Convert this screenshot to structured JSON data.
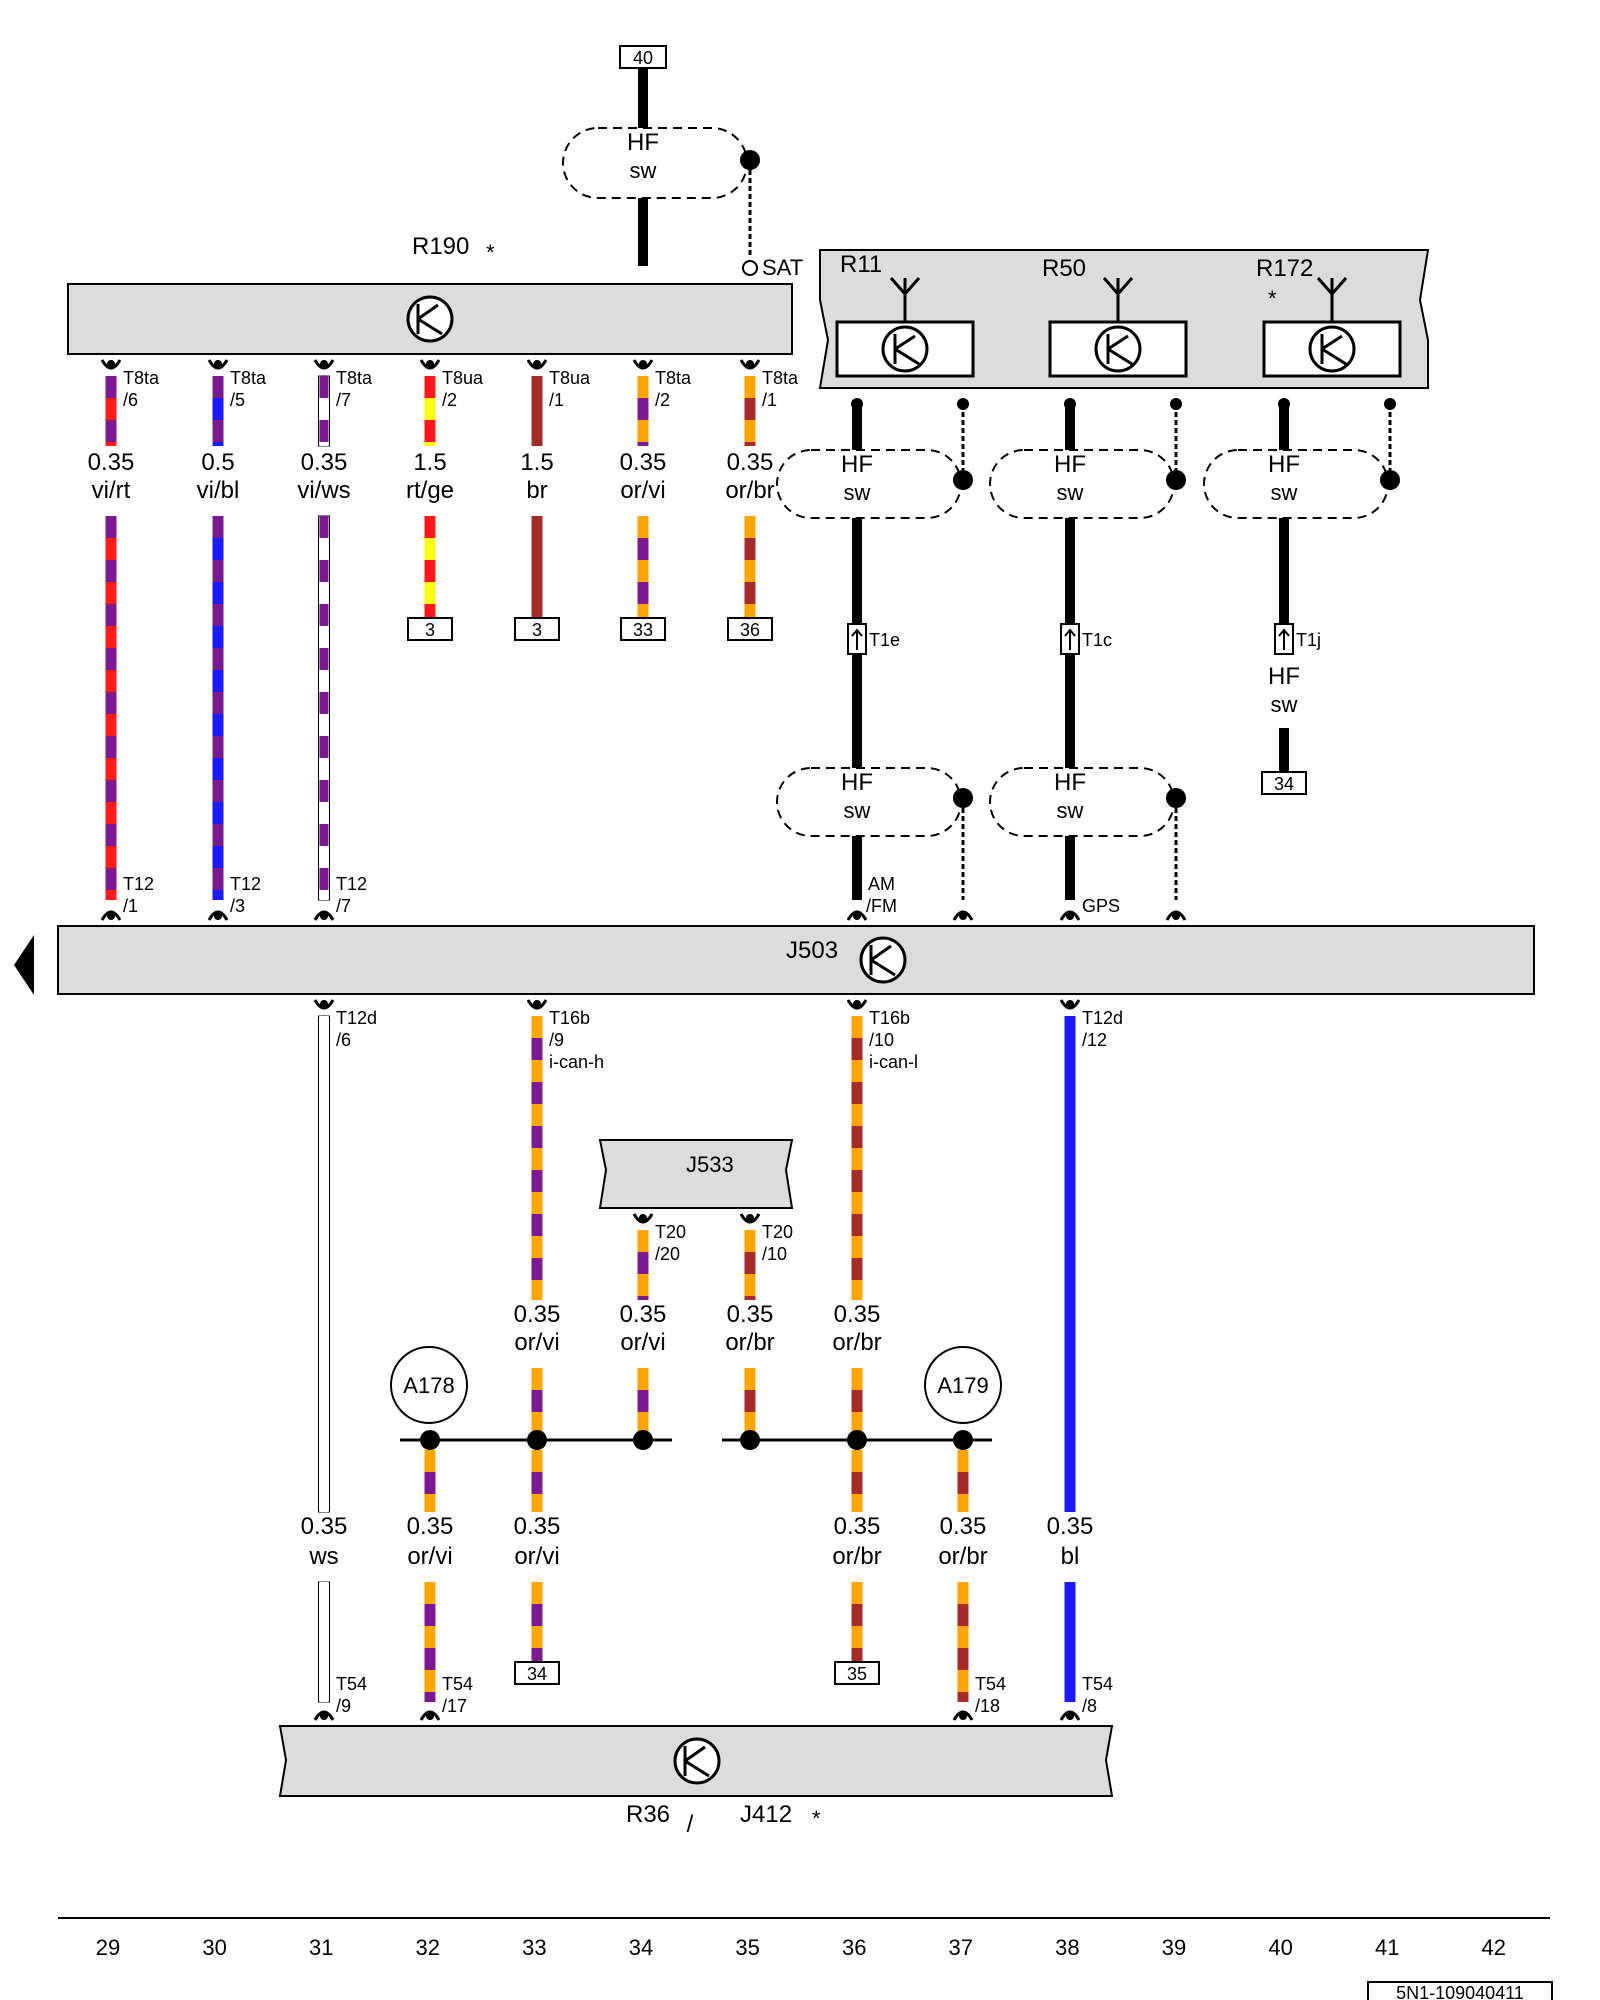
{
  "colors": {
    "sw": "#000000",
    "vi": "#7b1a90",
    "rt": "#ff1a1a",
    "bl": "#1a1aff",
    "ws": "#ffffff",
    "ge": "#ffff1a",
    "br": "#a52a2a",
    "or": "#ffa500",
    "component_fill": "#dcdcdc"
  },
  "components": {
    "R190": {
      "label": "R190",
      "note": "*"
    },
    "R11": {
      "label": "R11"
    },
    "R50": {
      "label": "R50"
    },
    "R172": {
      "label": "R172",
      "note": "*"
    },
    "J503": {
      "label": "J503"
    },
    "J533": {
      "label": "J533"
    },
    "R36": {
      "label": "R36"
    },
    "J412": {
      "label": "J412",
      "note": "*"
    },
    "A178": {
      "label": "A178"
    },
    "A179": {
      "label": "A179"
    }
  },
  "hf": {
    "line1": "HF",
    "line2": "sw"
  },
  "top_terminal": "40",
  "sat_label": "SAT",
  "r190_wires": [
    {
      "pin": "T8ta",
      "pos": "/6",
      "gauge": "0.35",
      "color": "vi/rt",
      "stripes": [
        "vi",
        "rt"
      ]
    },
    {
      "pin": "T8ta",
      "pos": "/5",
      "gauge": "0.5",
      "color": "vi/bl",
      "stripes": [
        "vi",
        "bl"
      ]
    },
    {
      "pin": "T8ta",
      "pos": "/7",
      "gauge": "0.35",
      "color": "vi/ws",
      "stripes": [
        "vi",
        "ws"
      ]
    },
    {
      "pin": "T8ua",
      "pos": "/2",
      "gauge": "1.5",
      "color": "rt/ge",
      "stripes": [
        "rt",
        "ge"
      ],
      "term": "3"
    },
    {
      "pin": "T8ua",
      "pos": "/1",
      "gauge": "1.5",
      "color": "br",
      "stripes": [
        "br"
      ],
      "term": "3"
    },
    {
      "pin": "T8ta",
      "pos": "/2",
      "gauge": "0.35",
      "color": "or/vi",
      "stripes": [
        "or",
        "vi"
      ],
      "term": "33"
    },
    {
      "pin": "T8ta",
      "pos": "/1",
      "gauge": "0.35",
      "color": "or/br",
      "stripes": [
        "or",
        "br"
      ],
      "term": "36"
    }
  ],
  "t12": [
    {
      "pin": "T12",
      "pos": "/1"
    },
    {
      "pin": "T12",
      "pos": "/3"
    },
    {
      "pin": "T12",
      "pos": "/7"
    }
  ],
  "antenna_connectors": [
    {
      "label": "T1e"
    },
    {
      "label": "T1c"
    },
    {
      "label": "T1j"
    }
  ],
  "t1j_terminal": "34",
  "j503_inputs": {
    "am_fm_1": "AM",
    "am_fm_2": "/FM",
    "gps": "GPS"
  },
  "j503_outputs": [
    {
      "pin": "T12d",
      "pos": "/6",
      "sig": ""
    },
    {
      "pin": "T16b",
      "pos": "/9",
      "sig": "i-can-h"
    },
    {
      "pin": "T16b",
      "pos": "/10",
      "sig": "i-can-l"
    },
    {
      "pin": "T12d",
      "pos": "/12",
      "sig": ""
    }
  ],
  "j533_pins": [
    {
      "pin": "T20",
      "pos": "/20"
    },
    {
      "pin": "T20",
      "pos": "/10"
    }
  ],
  "mid_wires": [
    {
      "gauge": "0.35",
      "color": "or/vi"
    },
    {
      "gauge": "0.35",
      "color": "or/vi"
    },
    {
      "gauge": "0.35",
      "color": "or/br"
    },
    {
      "gauge": "0.35",
      "color": "or/br"
    }
  ],
  "low_wires": [
    {
      "gauge": "0.35",
      "color": "ws"
    },
    {
      "gauge": "0.35",
      "color": "or/vi"
    },
    {
      "gauge": "0.35",
      "color": "or/vi",
      "term": "34"
    },
    {
      "gauge": "0.35",
      "color": "or/br",
      "term": "35"
    },
    {
      "gauge": "0.35",
      "color": "or/br"
    },
    {
      "gauge": "0.35",
      "color": "bl"
    }
  ],
  "t54": [
    {
      "pin": "T54",
      "pos": "/9"
    },
    {
      "pin": "T54",
      "pos": "/17"
    },
    {
      "pin": "T54",
      "pos": "/18"
    },
    {
      "pin": "T54",
      "pos": "/8"
    }
  ],
  "bottom_sep": "/",
  "ruler": [
    "29",
    "30",
    "31",
    "32",
    "33",
    "34",
    "35",
    "36",
    "37",
    "38",
    "39",
    "40",
    "41",
    "42"
  ],
  "drawing_code": "5N1-109040411"
}
